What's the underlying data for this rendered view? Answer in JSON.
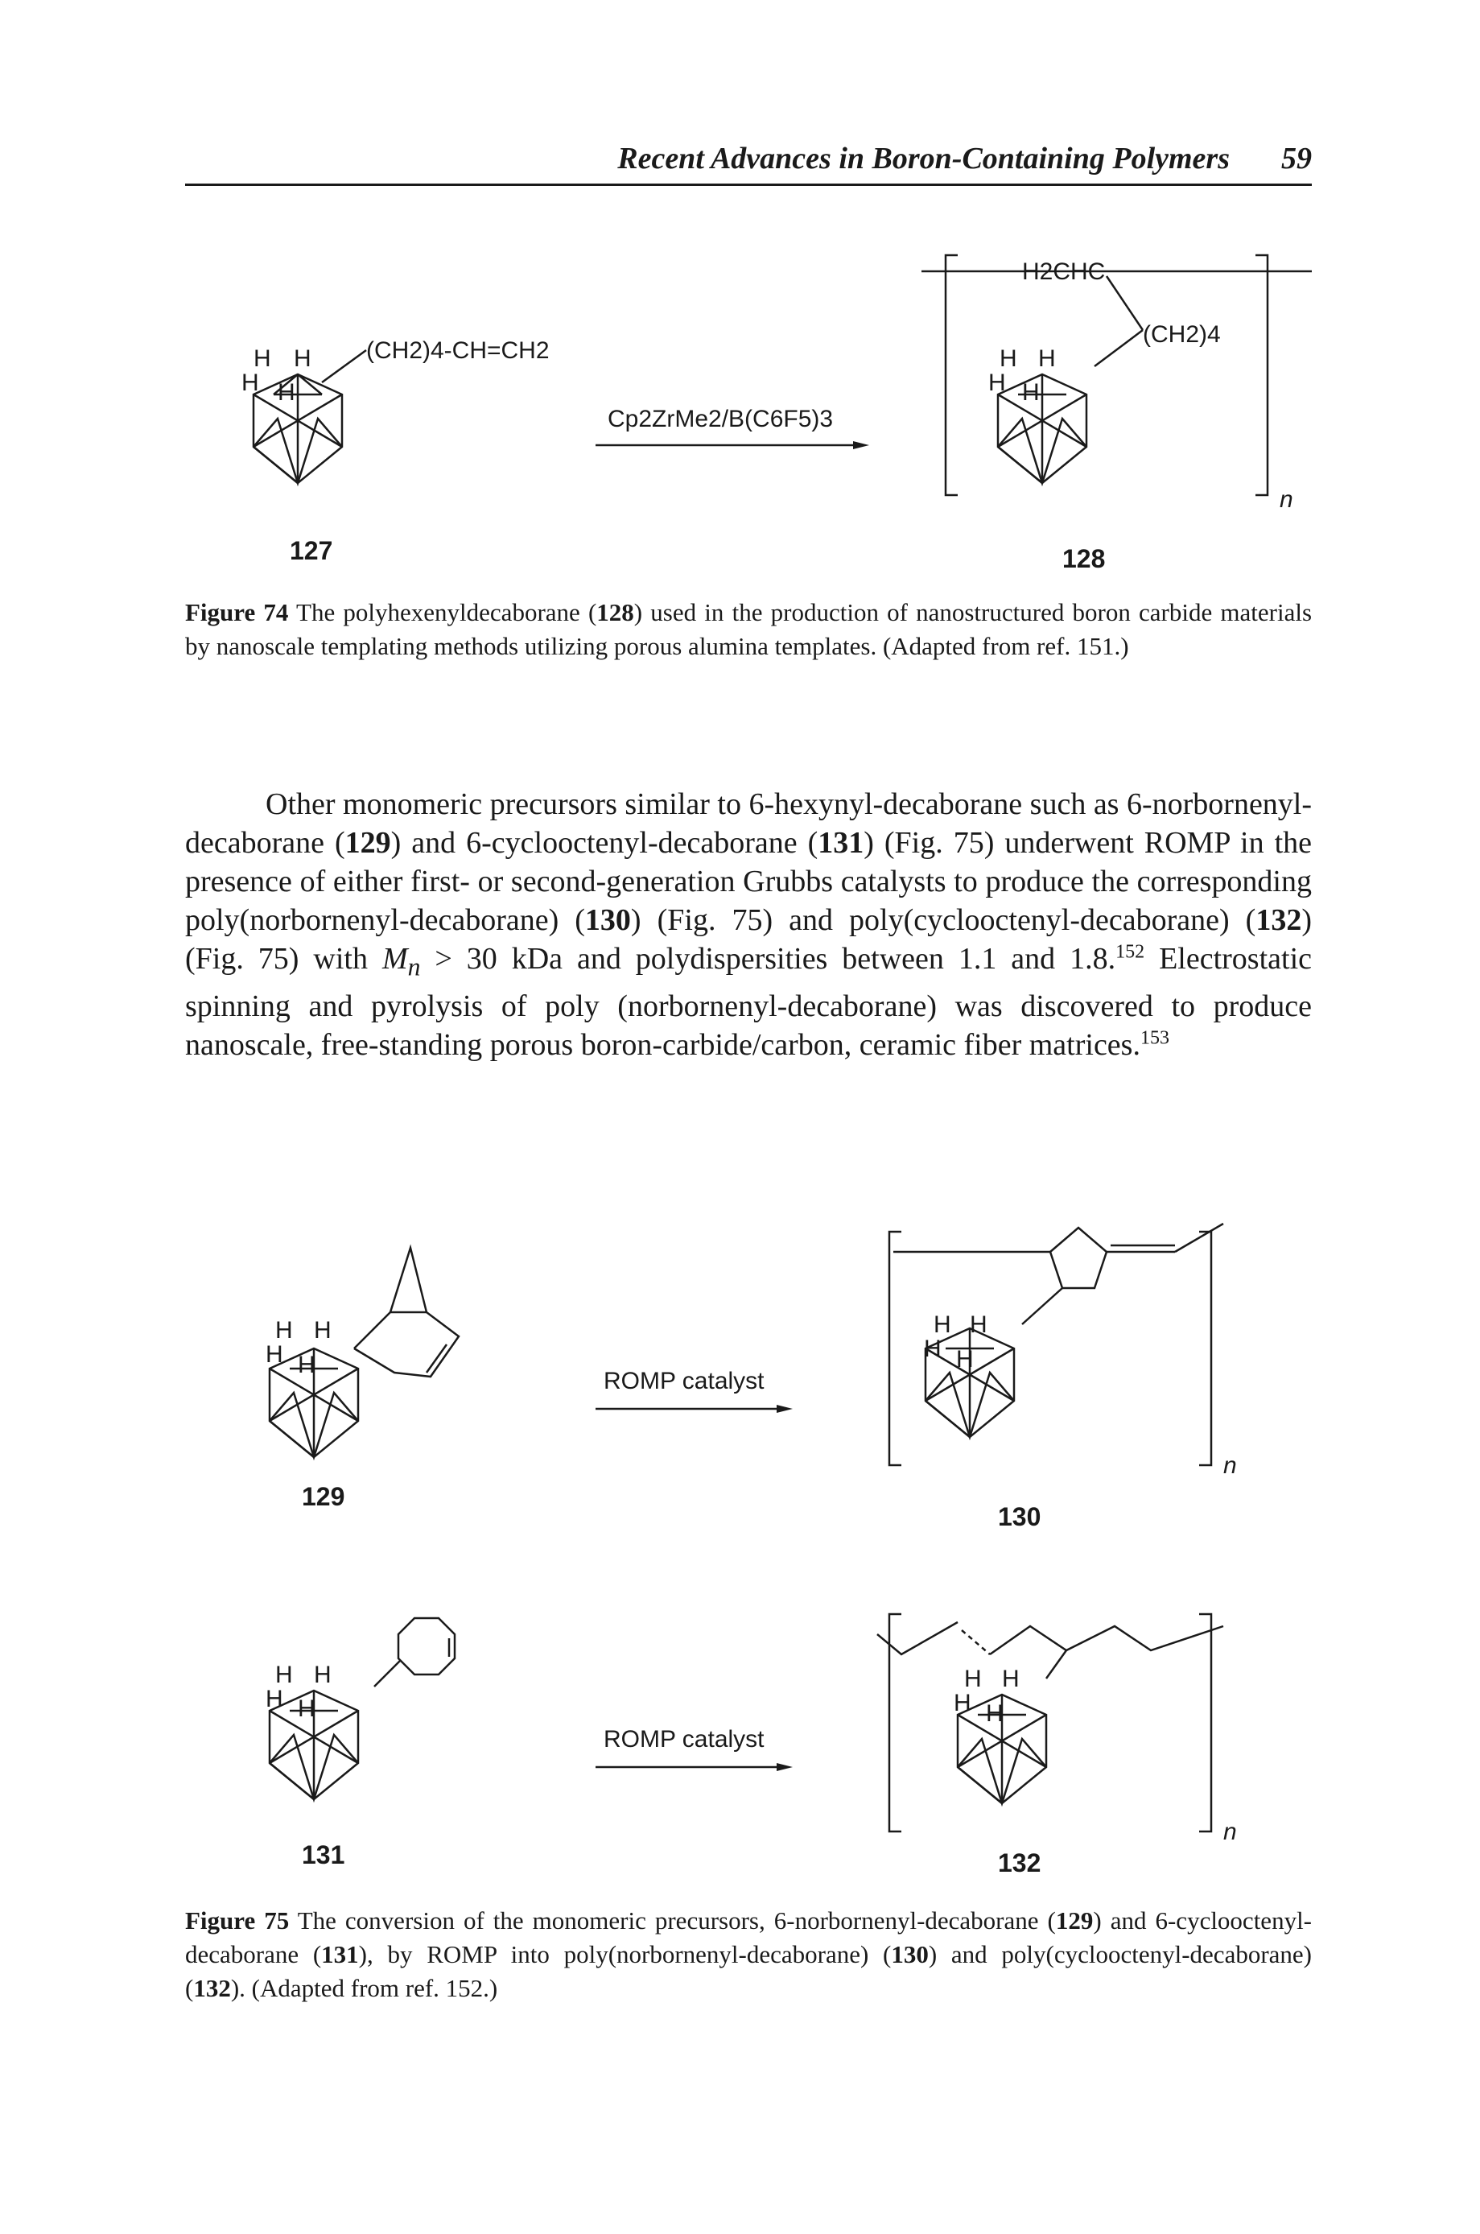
{
  "header": {
    "title": "Recent Advances in Boron-Containing Polymers",
    "page_number": "59"
  },
  "figure74": {
    "compound_127": "127",
    "compound_128": "128",
    "substituent_127": "(CH2)4-CH=CH2",
    "substituent_128_top": "H2CHC",
    "substituent_128_chain": "(CH2)4",
    "reagent": "Cp2ZrMe2/B(C6F5)3",
    "polymer_n": "n",
    "h_label": "H",
    "caption_label": "Figure 74",
    "caption_text_1": " The polyhexenyldecaborane (",
    "caption_ref_1": "128",
    "caption_text_2": ") used in the production of nanostructured boron carbide materials by nanoscale templating methods utilizing porous alumina templates. (Adapted from ref. 151.)"
  },
  "body": {
    "t1": "Other monomeric precursors similar to 6-hexynyl-decaborane such as 6-norbornenyl-decaborane (",
    "b1": "129",
    "t2": ") and 6-cyclooctenyl-decaborane (",
    "b2": "131",
    "t3": ") (Fig. 75) underwent ROMP in the presence of either first- or second-generation Grubbs catalysts to produce the corresponding poly(norbornenyl-decaborane) (",
    "b3": "130",
    "t4": ") (Fig. 75) and poly(cyclooctenyl-decaborane) (",
    "b4": "132",
    "t5": ") (Fig. 75) with ",
    "mn": "M",
    "mn_sub": "n",
    "t6": " > 30 kDa and polydispersities between 1.1 and 1.8.",
    "ref1": "152",
    "t7": " Electrostatic spinning and pyrolysis of poly (norbornenyl-decaborane) was discovered to produce nanoscale, free-standing porous boron-carbide/carbon, ceramic fiber matrices.",
    "ref2": "153"
  },
  "figure75": {
    "compound_129": "129",
    "compound_130": "130",
    "compound_131": "131",
    "compound_132": "132",
    "reagent": "ROMP catalyst",
    "polymer_n": "n",
    "h_label": "H",
    "caption_label": "Figure 75",
    "c1": " The conversion of the monomeric precursors, 6-norbornenyl-decaborane (",
    "r1": "129",
    "c2": ") and 6-cyclooctenyl-decaborane (",
    "r2": "131",
    "c3": "), by ROMP into poly(norbornenyl-decaborane) (",
    "r3": "130",
    "c4": ") and poly(cyclooctenyl-decaborane) (",
    "r4": "132",
    "c5": "). (Adapted from ref. 152.)"
  }
}
